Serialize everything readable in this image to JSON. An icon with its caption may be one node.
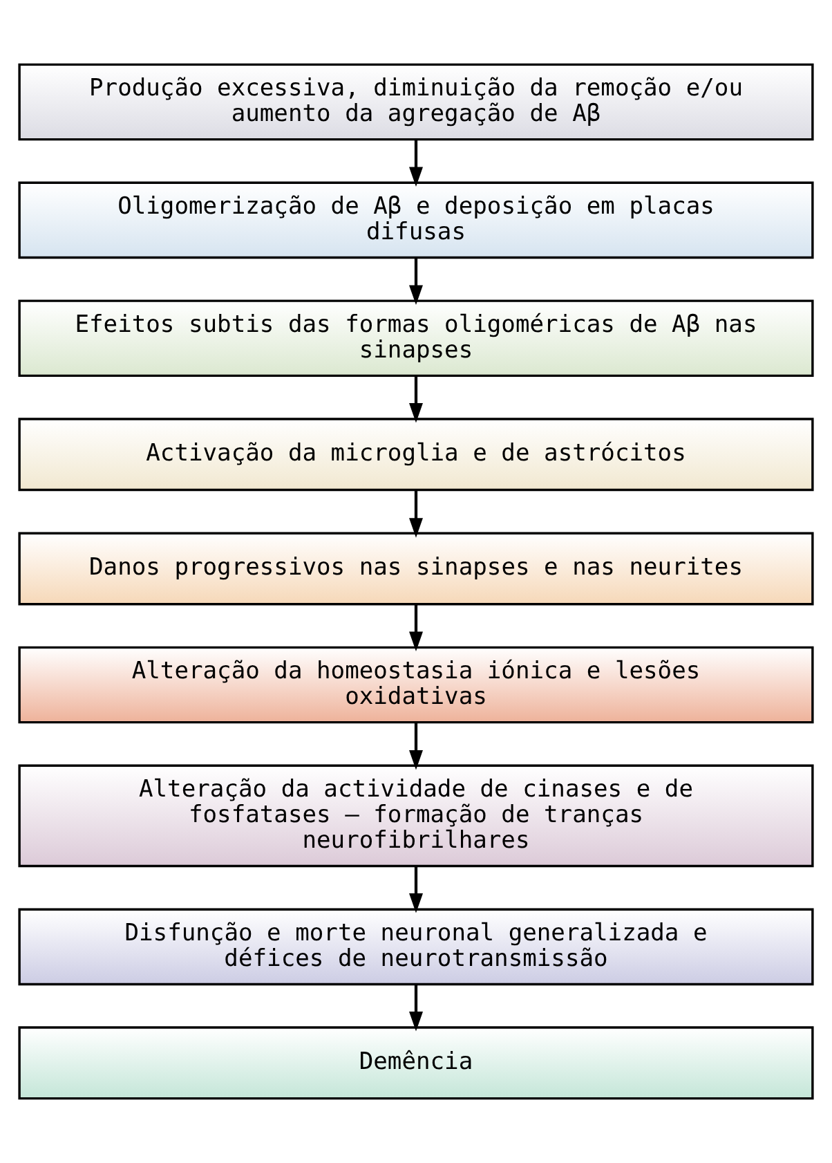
{
  "diagram": {
    "nodes": [
      {
        "text": [
          "Produção excessiva, diminuição da remoção e/ou aumento da agregação de Aβ"
        ]
      },
      {
        "text": [
          "Oligomerização de Aβ e deposição em placas difusas"
        ]
      },
      {
        "text": [
          "Efeitos subtis das formas oligoméricas de Aβ nas sinapses"
        ]
      },
      {
        "text": [
          "Activação da microglia e de astrócitos"
        ]
      },
      {
        "text": [
          "Danos progressivos nas sinapses e nas neurites"
        ]
      },
      {
        "text": [
          "Alteração da homeostasia iónica e lesões oxidativas"
        ]
      },
      {
        "text": [
          "Alteração da actividade de cinases e de fosfatases – formação de tranças neurofibrilhares"
        ]
      },
      {
        "text": [
          "Disfunção e morte neuronal generalizada e défices de neurotransmissão"
        ]
      },
      {
        "text": [
          "Demência"
        ]
      }
    ],
    "edges": [
      {
        "from": 0,
        "to": 1,
        "arrow": "to"
      },
      {
        "from": 1,
        "to": 2,
        "arrow": "to"
      },
      {
        "from": 2,
        "to": 3,
        "arrow": "to"
      },
      {
        "from": 3,
        "to": 4,
        "arrow": "to"
      },
      {
        "from": 4,
        "to": 5,
        "arrow": "to"
      },
      {
        "from": 5,
        "to": 6,
        "arrow": "to"
      },
      {
        "from": 6,
        "to": 7,
        "arrow": "to"
      },
      {
        "from": 7,
        "to": 8,
        "arrow": "to"
      }
    ]
  }
}
